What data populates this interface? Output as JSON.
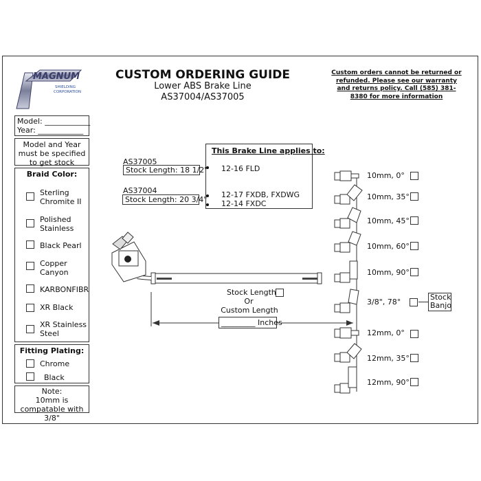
{
  "logo": {
    "brand": "MAGNUM",
    "sub1": "SHIELDING",
    "sub2": "CORPORATION"
  },
  "header": {
    "title": "CUSTOM ORDERING GUIDE",
    "subtitle": "Lower ABS Brake Line",
    "part_numbers": "AS37004/AS37005",
    "notice": "Custom orders cannot be returned or refunded. Please see our warranty and returns policy. Call (585) 381-8380 for more information"
  },
  "vehicle": {
    "model_label": "Model: ____________",
    "year_label": "Year: ____________"
  },
  "stock_note": "Model and Year must be specified to get stock lengths",
  "braid": {
    "title": "Braid Color:",
    "options": [
      "Sterling Chromite II",
      "Polished Stainless",
      "Black Pearl",
      "Copper Canyon",
      "KARBONFIBR",
      "XR Black",
      "XR Stainless Steel"
    ]
  },
  "plating": {
    "title": "Fitting Plating:",
    "options": [
      "Chrome",
      "Black"
    ]
  },
  "note": {
    "title": "Note:",
    "text": "10mm is compatable with 3/8\""
  },
  "applies": {
    "title": "This Brake Line applies to:",
    "items": [
      "12-16 FLD",
      "12-17 FXDB, FXDWG",
      "12-14 FXDC"
    ]
  },
  "parts": [
    {
      "number": "AS37005",
      "stock": "Stock Length: 18 1/2\""
    },
    {
      "number": "AS37004",
      "stock": "Stock Length: 20 3/4\""
    }
  ],
  "length": {
    "stock_label": "Stock Length",
    "or_label": "Or",
    "custom_label": "Custom Length",
    "inches_label": "_________ Inches"
  },
  "fittings": [
    {
      "label": "10mm, 0°"
    },
    {
      "label": "10mm, 35°"
    },
    {
      "label": "10mm, 45°"
    },
    {
      "label": "10mm, 60°"
    },
    {
      "label": "10mm, 90°"
    },
    {
      "label": "3/8\", 78°"
    },
    {
      "label": "12mm, 0°"
    },
    {
      "label": "12mm, 35°"
    },
    {
      "label": "12mm, 90°"
    }
  ],
  "stock_banjo": {
    "line1": "Stock",
    "line2": "Banjo"
  },
  "colors": {
    "border": "#333333",
    "brand_blue": "#2b4ea1",
    "chrome": "#b9bcc4"
  }
}
